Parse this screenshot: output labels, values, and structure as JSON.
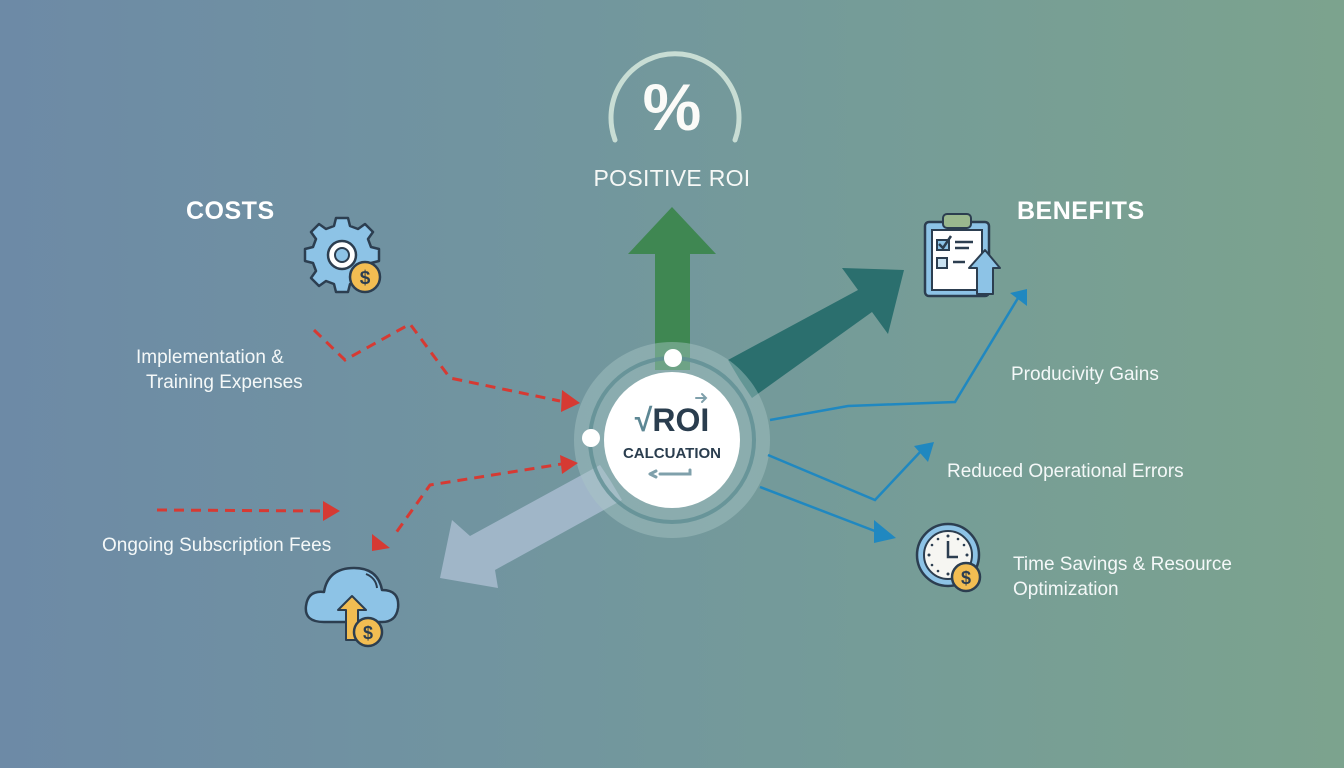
{
  "title_block": {
    "icon": "percent-icon",
    "symbol": "%",
    "label": "POSITIVE ROI"
  },
  "costs": {
    "heading": "COSTS",
    "icon": "gear-dollar-icon",
    "items": [
      {
        "label_line1": "Implementation &",
        "label_line2": "Training Expenses"
      },
      {
        "label": "Ongoing Subscription Fees",
        "icon": "cloud-upload-dollar-icon"
      }
    ],
    "arrow_color": "#d63a33"
  },
  "benefits": {
    "heading": "BENEFITS",
    "icon": "clipboard-checklist-up-icon",
    "items": [
      {
        "label": "Producivity Gains"
      },
      {
        "label": "Reduced Operational Errors"
      },
      {
        "label_line1": "Time Savings & Resource",
        "label_line2": "Optimization",
        "icon": "clock-dollar-icon"
      }
    ],
    "arrow_color": "#2088c0"
  },
  "center": {
    "symbol": "√",
    "title": "ROI",
    "subtitle": "CALCUATION"
  },
  "colors": {
    "positive_arrow": "#3f8752",
    "benefit_arrow": "#2c6f6c",
    "cost_arrow": "#a9bccf",
    "gold": "#f2bd52",
    "icon_blue": "#8dc3e6"
  }
}
